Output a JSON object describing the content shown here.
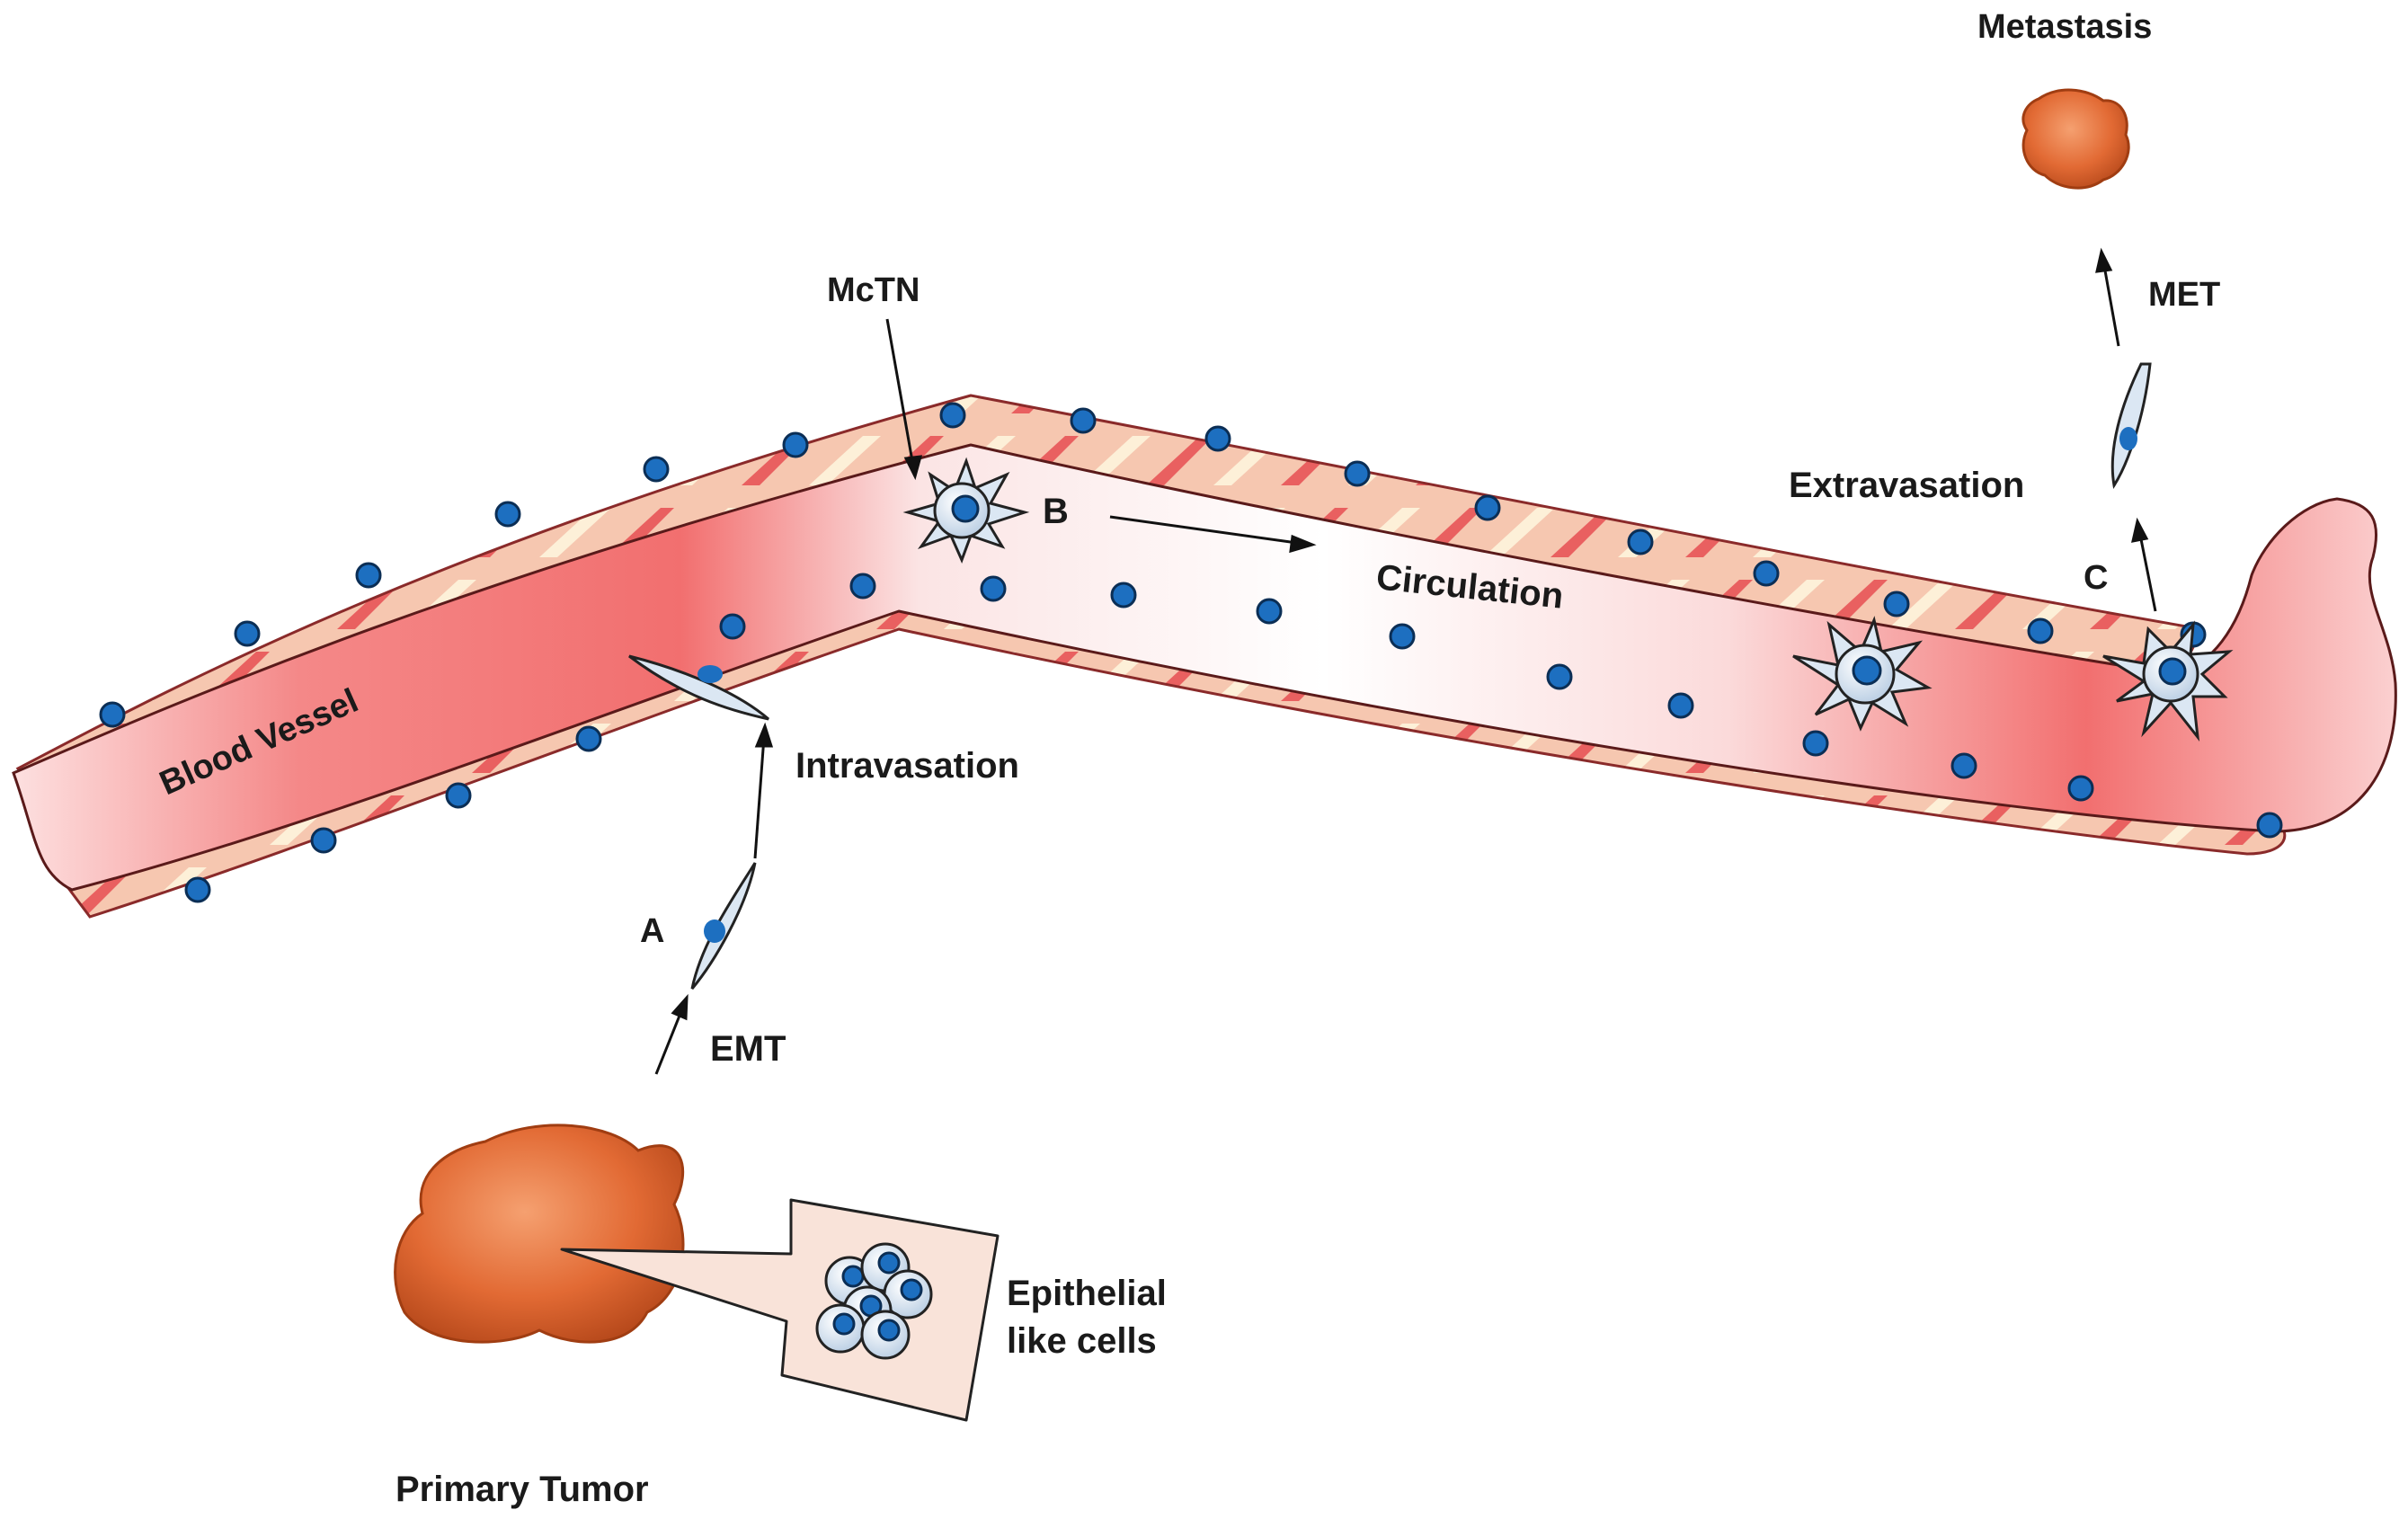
{
  "labels": {
    "metastasis": "Metastasis",
    "met": "MET",
    "mctn": "McTN",
    "b": "B",
    "circulation": "Circulation",
    "extravasation": "Extravasation",
    "c": "C",
    "blood_vessel": "Blood Vessel",
    "intravasation": "Intravasation",
    "a": "A",
    "emt": "EMT",
    "epithelial_line1": "Epithelial",
    "epithelial_line2": "like cells",
    "primary_tumor": "Primary  Tumor"
  },
  "colors": {
    "vessel_edge": "#f7a8a8",
    "vessel_core": "#f07070",
    "wall_cream": "#fde7c9",
    "wall_stripe": "#d83a3a",
    "endo_nucleus": "#1d6fc0",
    "cell_body": "#dbe7f3",
    "tumor": "#e4733a",
    "callout": "#f9e3d9",
    "outline": "#222222"
  }
}
